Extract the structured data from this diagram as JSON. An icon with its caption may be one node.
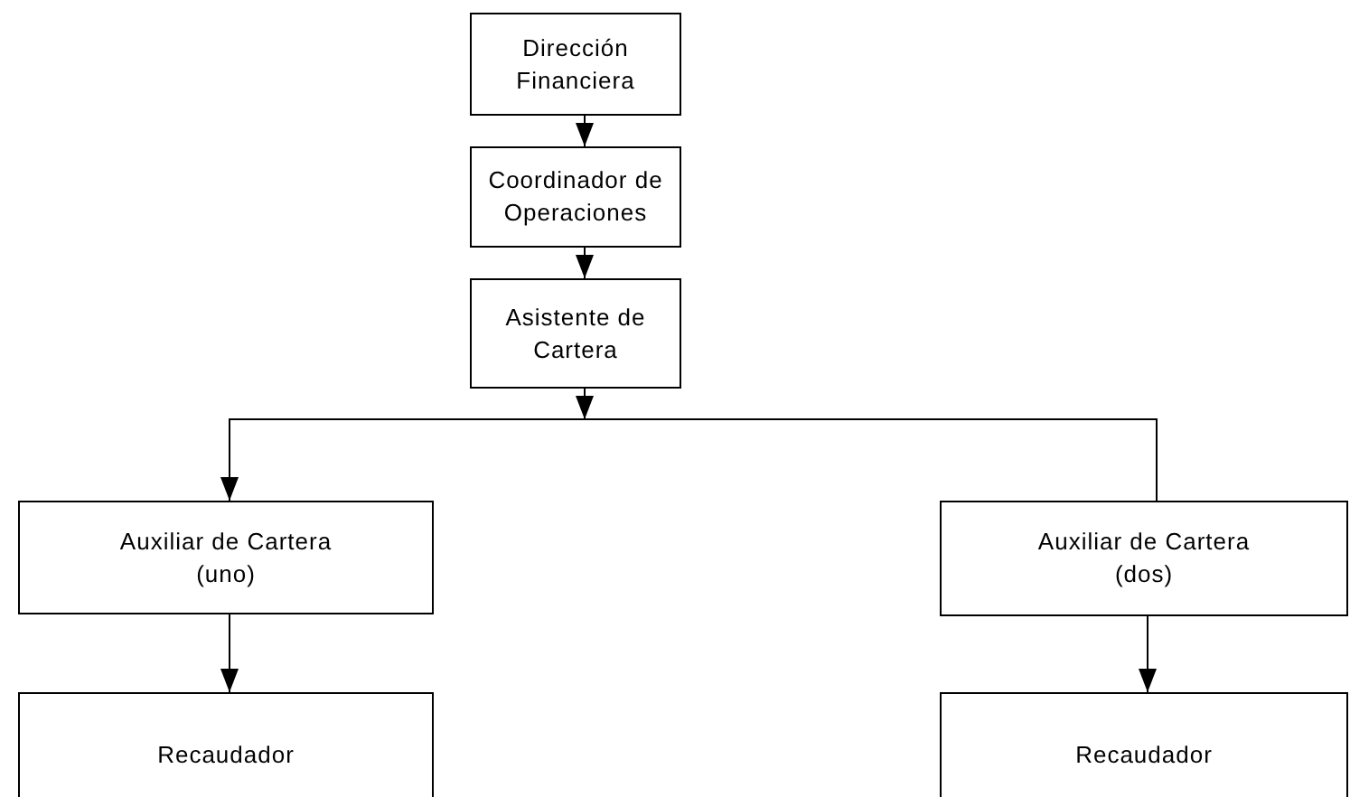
{
  "diagram": {
    "nodes": [
      {
        "text": [
          "Dirección Financiera"
        ]
      },
      {
        "text": [
          "Coordinador de Operaciones"
        ]
      },
      {
        "text": [
          "Asistente de Cartera"
        ]
      },
      {
        "text": [
          "Auxiliar de Cartera (uno)"
        ]
      },
      {
        "text": [
          "Auxiliar de Cartera (dos)"
        ]
      },
      {
        "text": [
          "Recaudador"
        ]
      },
      {
        "text": [
          "Recaudador"
        ]
      }
    ],
    "edges": [
      {
        "from": 0,
        "to": 1,
        "arrow": "to"
      },
      {
        "from": 1,
        "to": 2,
        "arrow": "to"
      },
      {
        "from": 2,
        "to": 3,
        "arrow": "to"
      },
      {
        "from": 2,
        "to": 4,
        "arrow": "none"
      },
      {
        "from": 3,
        "to": 5,
        "arrow": "to"
      },
      {
        "from": 4,
        "to": 6,
        "arrow": "to"
      }
    ]
  }
}
